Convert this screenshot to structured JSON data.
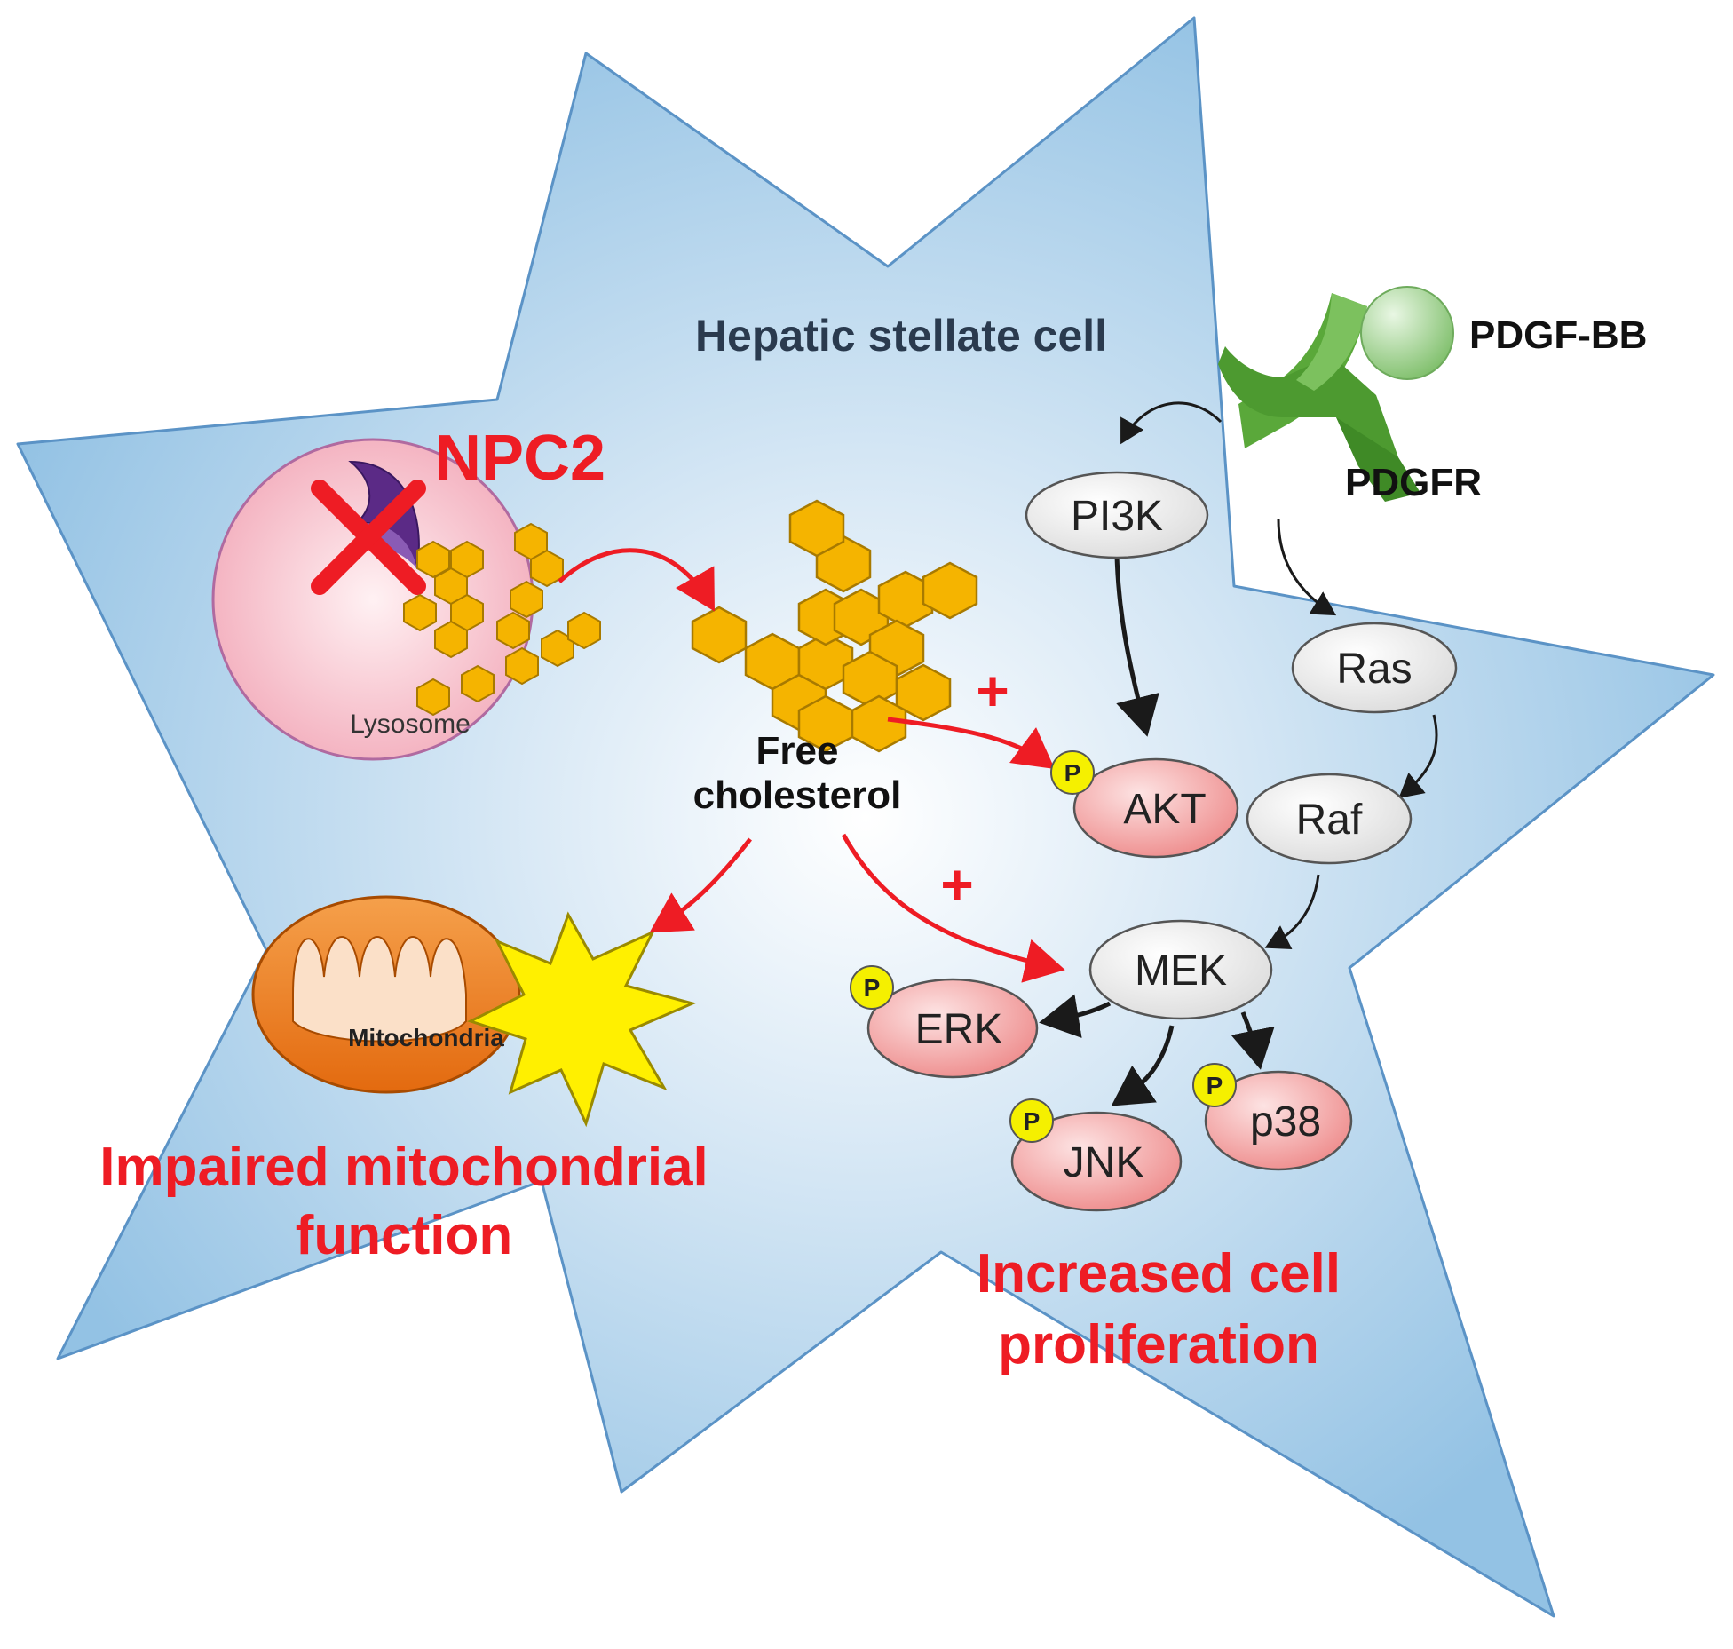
{
  "cell": {
    "title": "Hepatic stellate cell",
    "fill_color": "#9fc9e6",
    "outline_color": "#4f8bbf"
  },
  "ligand": {
    "label": "PDGF-BB"
  },
  "receptor": {
    "label": "PDGFR"
  },
  "lysosome": {
    "label": "Lysosome",
    "blocked_protein": "NPC2"
  },
  "cholesterol": {
    "label_line1": "Free",
    "label_line2": "cholesterol"
  },
  "mitochondria": {
    "label": "Mitochondria"
  },
  "plus_sign": "+",
  "phospho_label": "P",
  "kinases": {
    "pi3k": "PI3K",
    "ras": "Ras",
    "raf": "Raf",
    "mek": "MEK",
    "akt": "AKT",
    "erk": "ERK",
    "jnk": "JNK",
    "p38": "p38"
  },
  "outcomes": {
    "mito_line1": "Impaired mitochondrial",
    "mito_line2": "function",
    "prolif_line1": "Increased cell",
    "prolif_line2": "proliferation"
  },
  "colors": {
    "effect_red": "#ee1c24",
    "phospho_yellow": "#f5f000",
    "active_node": "#f7a9a9",
    "inactive_node": "#f4f4f4",
    "cholesterol_gold": "#f5b400",
    "receptor_green": "#5daa3b",
    "lysosome_pink": "#f7c7cf",
    "mito_orange": "#ef7d1a"
  }
}
